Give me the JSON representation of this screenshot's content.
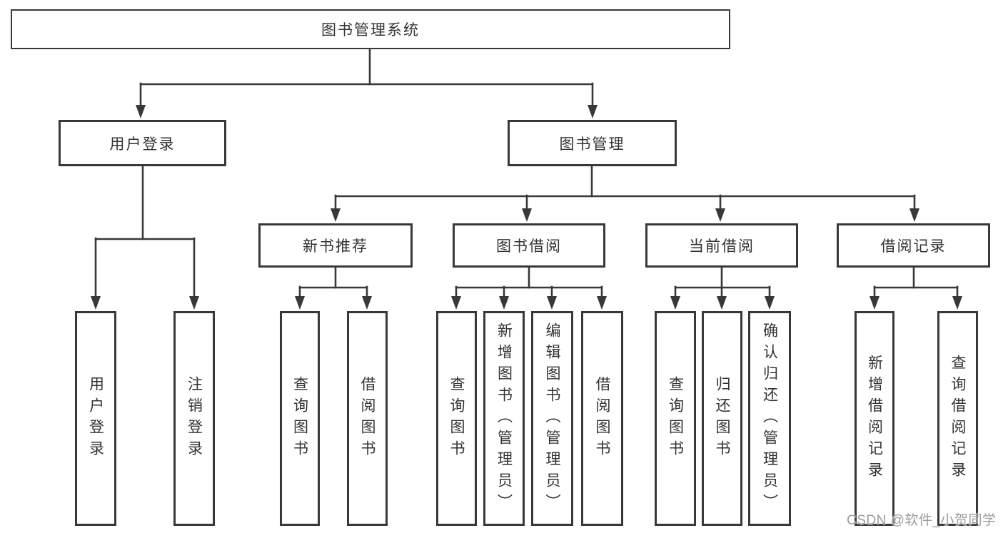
{
  "tree": {
    "root": "图书管理系统",
    "branches": [
      {
        "label": "用户登录",
        "leaves": [
          "用户登录",
          "注销登录"
        ]
      },
      {
        "label": "图书管理",
        "groups": [
          {
            "label": "新书推荐",
            "leaves": [
              "查询图书",
              "借阅图书"
            ]
          },
          {
            "label": "图书借阅",
            "leaves": [
              "查询图书",
              "新增图书（管理员）",
              "编辑图书（管理员）",
              "借阅图书"
            ]
          },
          {
            "label": "当前借阅",
            "leaves": [
              "查询图书",
              "归还图书",
              "确认归还（管理员）"
            ]
          },
          {
            "label": "借阅记录",
            "leaves": [
              "新增借阅记录",
              "查询借阅记录"
            ]
          }
        ]
      }
    ]
  },
  "watermark": {
    "text": "CSDN @软件_小贺同学"
  },
  "colors": {
    "line": "#383838",
    "box_border": "#383838",
    "text": "#333333",
    "background": "#ffffff",
    "watermark": "#9c9c9c"
  }
}
